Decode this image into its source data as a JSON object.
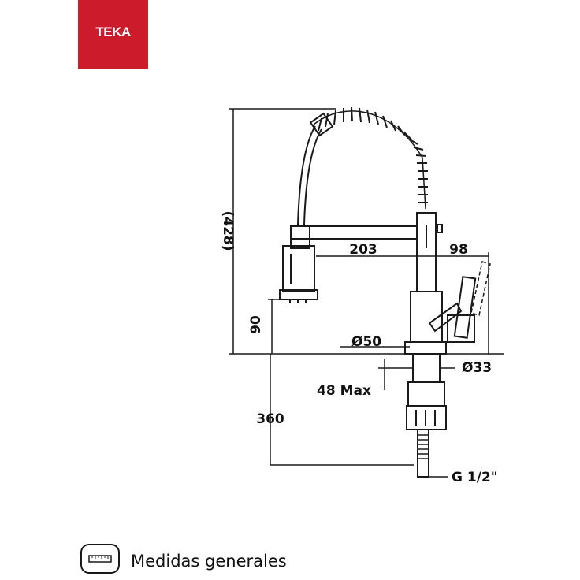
{
  "brand": {
    "name": "TEKA",
    "color": "#cc1b2b"
  },
  "dimensions": {
    "total_height": "(428)",
    "spout_reach": "203",
    "handle_reach": "98",
    "spout_clearance": "90",
    "base_diameter": "Ø50",
    "shank_diameter": "Ø33",
    "max_counter_thickness": "48 Max",
    "hose_length": "360",
    "connection": "G 1/2\""
  },
  "footer": {
    "icon": "ruler-icon",
    "label": "Medidas generales"
  }
}
